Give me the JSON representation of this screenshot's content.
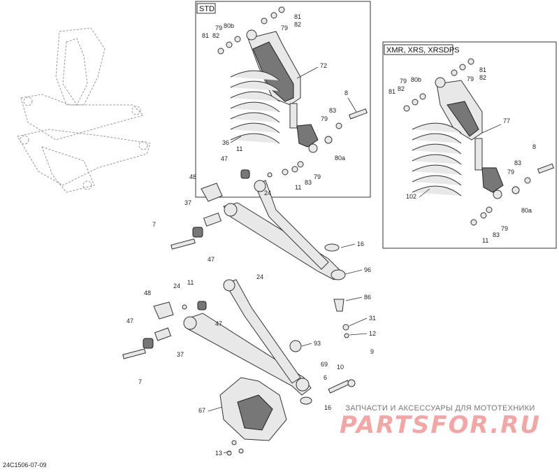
{
  "drawing_id": "24C1506-07-09",
  "boxes": {
    "std": "STD",
    "xmr": "XMR, XRS, XRSDPS"
  },
  "labels": {
    "std_81a": "81",
    "std_82a": "82",
    "std_79a": "79",
    "std_81b": "81",
    "std_82b": "82",
    "std_79b": "79",
    "std_80b": "80b",
    "std_72": "72",
    "std_36": "36",
    "std_8": "8",
    "std_83a": "83",
    "std_79c": "79",
    "std_80a": "80a",
    "std_79d": "79",
    "std_83b": "83",
    "std_11": "11",
    "xmr_81a": "81",
    "xmr_79a": "79",
    "xmr_82a": "82",
    "xmr_79b": "79",
    "xmr_80b": "80b",
    "xmr_81b": "81",
    "xmr_82b": "82",
    "xmr_77": "77",
    "xmr_102": "102",
    "xmr_8": "8",
    "xmr_83a": "83",
    "xmr_79c": "79",
    "xmr_80a": "80a",
    "xmr_79d": "79",
    "xmr_83b": "83",
    "xmr_11": "11",
    "m_11": "11",
    "m_47a": "47",
    "m_24a": "24",
    "m_48a": "48",
    "m_37a": "37",
    "m_7a": "7",
    "m_47b": "47",
    "m_16a": "16",
    "m_96": "96",
    "m_24b": "24",
    "m_86": "86",
    "m_48b": "48",
    "m_24c": "24",
    "m_11b": "11",
    "m_47c": "47",
    "m_47d": "47",
    "m_31": "31",
    "m_12": "12",
    "m_9": "9",
    "m_93": "93",
    "m_37b": "37",
    "m_7b": "7",
    "m_69": "69",
    "m_10": "10",
    "m_6": "6",
    "m_67": "67",
    "m_16b": "16",
    "m_13": "13"
  },
  "watermark": {
    "top": "ЗАПЧАСТИ И АКСЕССУАРЫ ДЛЯ МОТОТЕХНИКИ",
    "logo": "PARTSFOR.RU"
  }
}
